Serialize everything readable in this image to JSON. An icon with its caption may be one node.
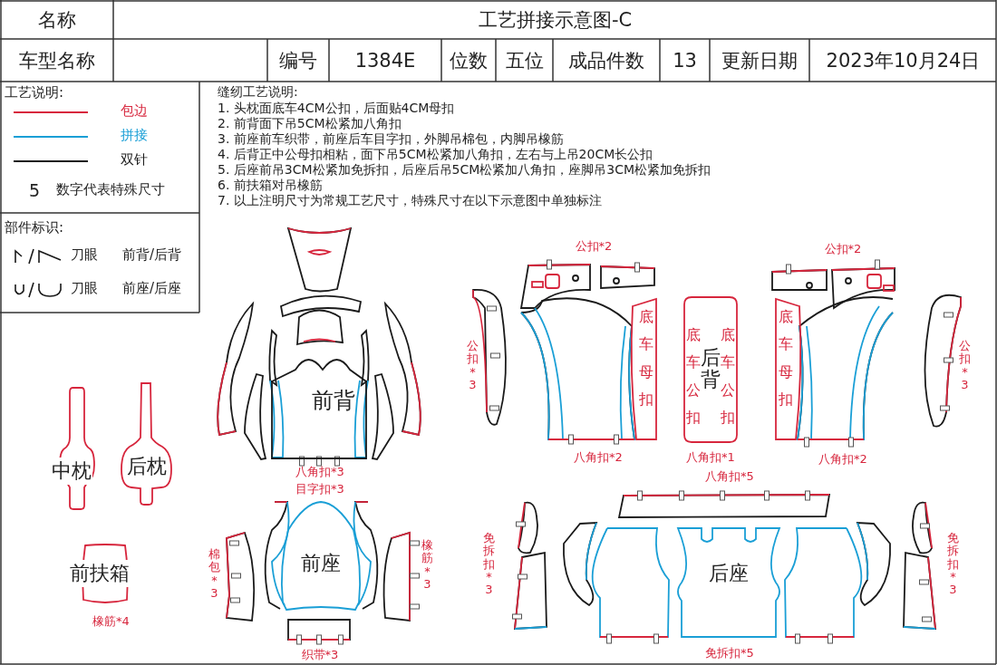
{
  "diagram": {
    "title": "工艺拼接示意图-C",
    "nodes": [
      {
        "text": [
          "前背"
        ],
        "beside": [
          "八角扣*3"
        ]
      },
      {
        "text": [
          "底车母扣"
        ]
      },
      {
        "text": [
          "底车公扣",
          "后背",
          "底车公扣"
        ],
        "beside": [
          "八角扣*1"
        ]
      },
      {
        "text": [
          "底车母扣"
        ]
      },
      {
        "text": [
          "中枕"
        ]
      },
      {
        "text": [
          "后枕"
        ]
      },
      {
        "text": [
          "前座"
        ],
        "beside": [
          "目字扣*3"
        ]
      },
      {
        "text": [
          "后座"
        ],
        "beside": [
          "免拆扣*5"
        ]
      },
      {
        "text": [
          "前扶箱"
        ],
        "beside": [
          "橡筋*4"
        ]
      }
    ],
    "labels": [
      "名称",
      "车型名称",
      "编号",
      "1384E",
      "位数",
      "五位",
      "成品件数",
      "13",
      "更新日期",
      "2023年10月24日",
      "工艺说明:",
      "5",
      "数字代表特殊尺寸",
      "部件标识:",
      "刀眼",
      "前背/后背",
      "刀眼",
      "前座/后座",
      "缝纫工艺说明:",
      "1. 头枕面底车4CM公扣，后面贴4CM母扣",
      "2. 前背面下吊5CM松紧加八角扣",
      "3. 前座前车织带，前座后车目字扣，外脚吊棉包，内脚吊橡筋",
      "4. 后背正中公母扣相粘，面下吊5CM松紧加八角扣，左右与上吊20CM长公扣",
      "5. 后座前吊3CM松紧加免拆扣，后座后吊5CM松紧加八角扣，座脚吊3CM松紧加免拆扣",
      "6. 前扶箱对吊橡筋",
      "7. 以上注明尺寸为常规工艺尺寸，特殊尺寸在以下示意图中单独标注",
      "公扣*2",
      "公扣*2",
      "公扣*3",
      "公扣*3",
      "八角扣*2",
      "八角扣*2",
      "八角扣*5",
      "棉包*3",
      "橡筋*3",
      "免拆扣*3",
      "免拆扣*3",
      "织带*3"
    ],
    "legend": [
      {
        "text": "包边"
      },
      {
        "text": "拼接"
      },
      {
        "text": "双针"
      }
    ]
  }
}
